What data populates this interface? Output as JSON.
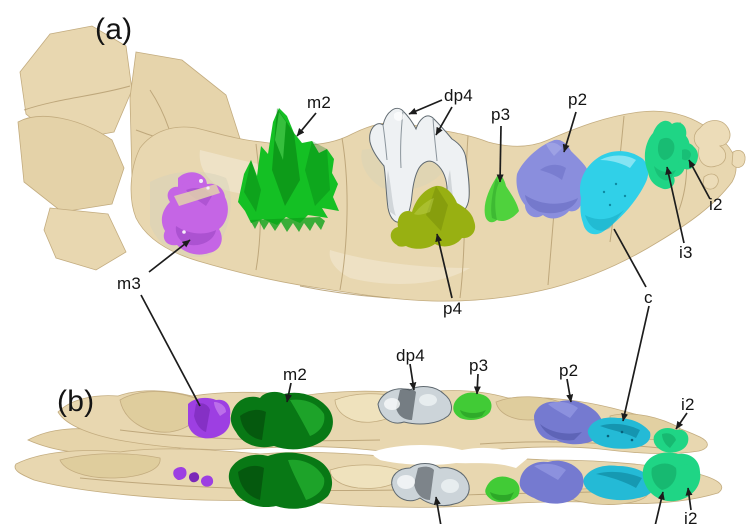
{
  "figure": {
    "type": "fossil-mandible-ct-reconstruction",
    "background": "#ffffff",
    "panels": [
      {
        "id": "a",
        "label": "(a)"
      },
      {
        "id": "b",
        "label": "(b)"
      }
    ],
    "labels": {
      "panel_a": "(a)",
      "panel_b": "(b)",
      "a_m2": "m2",
      "a_m3": "m3",
      "a_dp4": "dp4",
      "a_p4": "p4",
      "a_p3": "p3",
      "a_p2": "p2",
      "a_c": "c",
      "a_i2": "i2",
      "a_i3": "i3",
      "b_m2": "m2",
      "b_dp4": "dp4",
      "b_p3": "p3",
      "b_p2": "p2",
      "b_i2_upper": "i2",
      "b_i2_lower": "i2"
    },
    "teeth": [
      {
        "id": "m3",
        "label": "m3",
        "panel_a_color": "#c565e5",
        "panel_b_color": "#9d3fe2"
      },
      {
        "id": "m2",
        "label": "m2",
        "panel_a_color": "#14c024",
        "panel_b_color": "#087815"
      },
      {
        "id": "dp4",
        "label": "dp4",
        "panel_a_color": "#eef1f3",
        "panel_b_color": "#ccd4d9"
      },
      {
        "id": "p4",
        "label": "p4",
        "panel_a_color": "#98b012"
      },
      {
        "id": "p3",
        "label": "p3",
        "panel_a_color": "#4fd23d",
        "panel_b_color": "#41cb36"
      },
      {
        "id": "p2",
        "label": "p2",
        "panel_a_color": "#8a8edd",
        "panel_b_color": "#757ad0"
      },
      {
        "id": "c",
        "label": "c",
        "panel_a_color": "#30d0e8",
        "panel_b_color": "#24bad6"
      },
      {
        "id": "i3",
        "label": "i3",
        "panel_a_color": "#1fd585"
      },
      {
        "id": "i2",
        "label": "i2",
        "panel_a_color": "#1fd585",
        "panel_b_color": "#1fd585"
      }
    ],
    "tooth_colors": {
      "m3_a": "#c565e5",
      "m2_a": "#14c024",
      "dp4_a": "#eef1f3",
      "p4_a": "#98b012",
      "p3_a": "#4fd23d",
      "p2_a": "#8a8edd",
      "c_a": "#30d0e8",
      "i3_a": "#1fd585",
      "i2_a": "#1fd585",
      "m3_b": "#9d3fe2",
      "m2_b": "#087815",
      "dp4_b": "#ccd4d9",
      "p3_b": "#41cb36",
      "p2_b": "#757ad0",
      "c_b": "#24bad6",
      "i2_b": "#1fd585"
    },
    "bone_colors": {
      "bone": "#e8d7b0",
      "bone_edge": "#c3ac7f",
      "bone_pale": "#f2ead5",
      "bone_tint": "#d5d2ba",
      "bone_lump": "#dfcd9d"
    },
    "line_color": "#1c1c1c"
  }
}
